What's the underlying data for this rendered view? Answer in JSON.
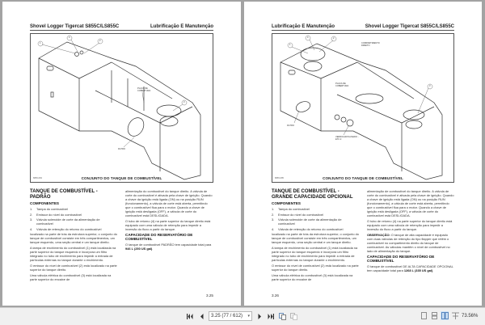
{
  "pages": {
    "left": {
      "header_left": "Shovel Logger Tigercat S855C/LS855C",
      "header_right": "Lubrificação E Manutenção",
      "figure": {
        "caption": "CONJUNTO DO TANQUE DE COMBUSTÍVEL",
        "code": "8865-084",
        "callouts": [
          "1",
          "4",
          "2",
          "3"
        ],
        "labels": {
          "plate": "PLACA DE COBERTURA",
          "filter": "FILTRO"
        }
      },
      "title": "TANQUE DE COMBUSTÍVEL - PADRÃO",
      "components_title": "COMPONENTES",
      "components": [
        {
          "num": "1.",
          "text": "Tampa do combustível"
        },
        {
          "num": "2.",
          "text": "Emissor do nível do combustível"
        },
        {
          "num": "3.",
          "text": "Válvula solenoide de corte da alimentação de combustível"
        },
        {
          "num": "4.",
          "text": "Válvula de retenção do retorno do combustível"
        }
      ],
      "col1_paragraphs": [
        "localizado na parte de trás da estrutura superior, o conjunto do tanque de combustível consiste em três compartimentos, um tanque esquerdo, uma seção central e um tanque direito.",
        "A tampa de enchimento do combustível (1) está localizada na parte superior do tanque esquerdo e incorpora um filtro integrado no tubo de enchimento para impedir a entrada de partículas externas no tanque durante o enchimento.",
        "O emissor do nível de combustível (2) está localizado na parte superior do tanque direito.",
        "Uma válvula elétrica do combustível (3) está localizada na parte superior do encaixe de"
      ],
      "col2_paragraphs": [
        "alimentação do combustível do tanque direito. A válvula de corte do combustível é ativada pela chave de ignição. Quando a chave da ignição está ligada (ON) ou na posição RUN (funcionamento), a válvula de corte está aberta, permitindo que o combustível flua para o motor. Quando a chave de ignição está desligada (OFF), a válvula de corte do combustível está DESLIGADA.",
        "O tubo de retorno (4) na parte superior do tanque direito está equipado com uma válvula de retenção para impedir a inversão do fluxo a partir do tanque."
      ],
      "capacity_title": "CAPACIDADE DO RESERVATÓRIO DE COMBUSTÍVEL",
      "capacity_text_pre": "O tanque de combustível PADRÃO tem capacidade total para ",
      "capacity_value": "946 L (250 US gal)",
      "capacity_text_post": ".",
      "page_number": "3.25"
    },
    "right": {
      "header_left": "Lubrificação E Manutenção",
      "header_right": "Shovel Logger Tigercat S855C/LS855C",
      "figure": {
        "caption": "CONJUNTO DO TANQUE DE COMBUSTÍVEL",
        "code": "8865-085",
        "callouts": [
          "1",
          "4",
          "2",
          "3"
        ],
        "labels": {
          "compartment": "COMPARTIMENTO DIREITO",
          "plate": "PLACA DE COBERTURA",
          "filter": "FILTRO",
          "check": "VERIFICAR PAUSADO - ETC 2"
        }
      },
      "title": "TANQUE DE COMBUSTÍVEL - GRANDE CAPACIDADE OPCIONAL",
      "components_title": "COMPONENTES",
      "components": [
        {
          "num": "1.",
          "text": "Tampa do combustível"
        },
        {
          "num": "2.",
          "text": "Emissor do nível do combustível"
        },
        {
          "num": "3.",
          "text": "Válvula solenoide de corte da alimentação de combustível"
        },
        {
          "num": "4.",
          "text": "Válvula de retenção do retorno do combustível"
        }
      ],
      "col1_paragraphs": [
        "localizado na parte de trás da estrutura superior, o conjunto do tanque de combustível consiste em três compartimentos, um tanque esquerdo, uma seção central e um tanque direito.",
        "A tampa de enchimento do combustível (1) está localizada na parte superior do tanque esquerdo e incorpora um filtro integrado no tubo de enchimento para impedir a entrada de partículas externas no tanque durante o enchimento.",
        "O emissor do nível de combustível (2) está localizado na parte superior do tanque direito.",
        "Uma válvula elétrica do combustível (3) está localizada na parte superior do encaixe de"
      ],
      "col2_paragraphs": [
        "alimentação de combustível do tanque direito. A válvula de corte do combustível é ativada pela chave de ignição. Quando a chave de ignição está ligada (ON) ou na posição RUN (funcionamento), a válvula de corte está aberta, permitindo que o combustível flua para o motor. Quando a chave de ignição está desligada (OFF), a válvula de corte do combustível está DESLIGADA.",
        "O tubo de retorno (4) na parte superior do tanque direito está equipado com uma válvula de retenção para impedir a inversão do fluxo a partir do tanque."
      ],
      "note_label": "OBSERVAÇÃO:",
      "note_text": " O tanque de alta capacidade é equipado com duas válvulas de retenção do tipo flapper que retêm o combustível no compartimento direito do tanque de combustível. As válvulas mantêm o nível de combustível no lado de alimentação do tanque.",
      "capacity_title": "CAPACIDADE DO RESERVATÓRIO DE COMBUSTÍVEL",
      "capacity_text_pre": "O tanque de combustível DE ALTA CAPACIDADE OPCIONAL tem capacidade total para ",
      "capacity_value": "1268 L (335 US gal)",
      "capacity_text_post": ".",
      "page_number": "3.26"
    }
  },
  "toolbar": {
    "first_page_icon": "first-page-icon",
    "prev_page_icon": "prev-page-icon",
    "page_indicator": "3.25 (77 / 612)",
    "next_page_icon": "next-page-icon",
    "last_page_icon": "last-page-icon",
    "zoom_level": "73.56%"
  }
}
